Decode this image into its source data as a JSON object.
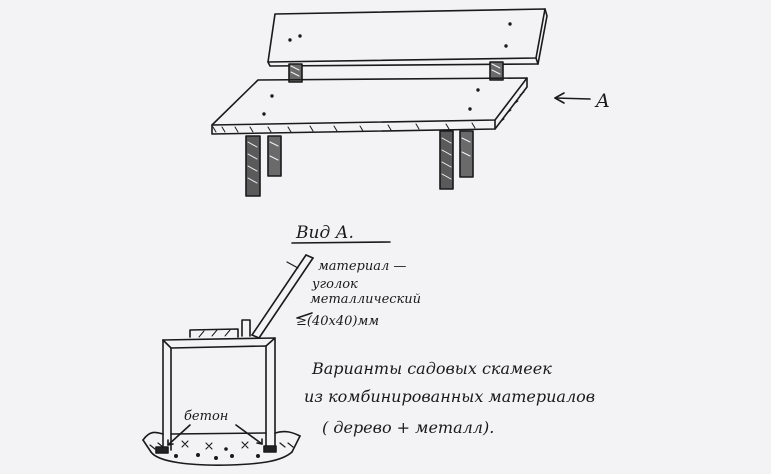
{
  "labels": {
    "arrow_label": "A",
    "view_title": "Вид А.",
    "material_line1": "материал —",
    "material_line2": "уголок",
    "material_line3": "металлический",
    "material_size": "≥(40x40)мм",
    "concrete": "бетон",
    "caption_line1": "Варианты садовых скамеек",
    "caption_line2": "из комбинированных материалов",
    "caption_line3": "( дерево + металл)."
  },
  "colors": {
    "ink": "#1a1a1a",
    "paper": "#f3f3f6"
  }
}
